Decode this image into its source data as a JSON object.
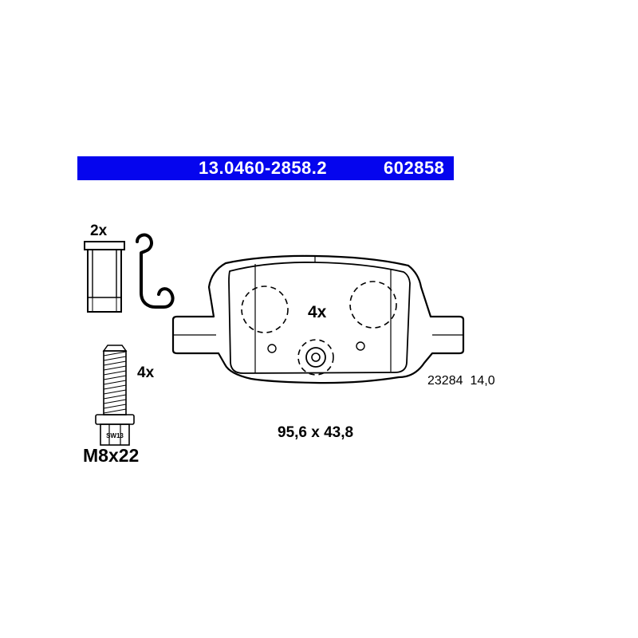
{
  "header": {
    "part_number": "13.0460-2858.2",
    "short_code": "602858",
    "bar_color": "#0505ee"
  },
  "parts": {
    "sleeve_qty": "2x",
    "pad_marking_qty": "4x",
    "bolt_qty": "4x",
    "bolt_size": "M8x22",
    "bolt_head_size": "SW13"
  },
  "pad": {
    "drawing_ref": "23284",
    "thickness": "14,0",
    "dimensions": "95,6 x 43,8"
  },
  "colors": {
    "friction_material": "#3f9cea",
    "line": "#000000"
  },
  "drawings": {
    "sleeve": "guide-sleeve",
    "clip": "spring-clip",
    "pad": "brake-pad-rear-view",
    "bolt": "hex-flange-bolt"
  }
}
